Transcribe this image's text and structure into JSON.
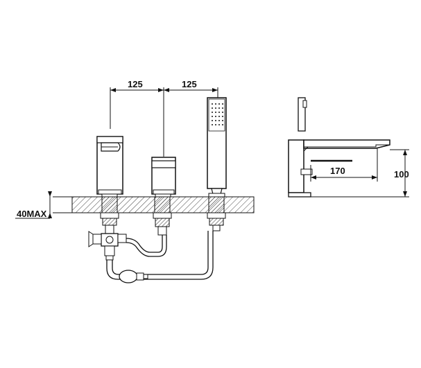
{
  "diagram": {
    "dimensions": {
      "spacing_left": "125",
      "spacing_right": "125",
      "deck_thickness": "40MAX",
      "spout_reach": "170",
      "spout_height": "100"
    }
  }
}
